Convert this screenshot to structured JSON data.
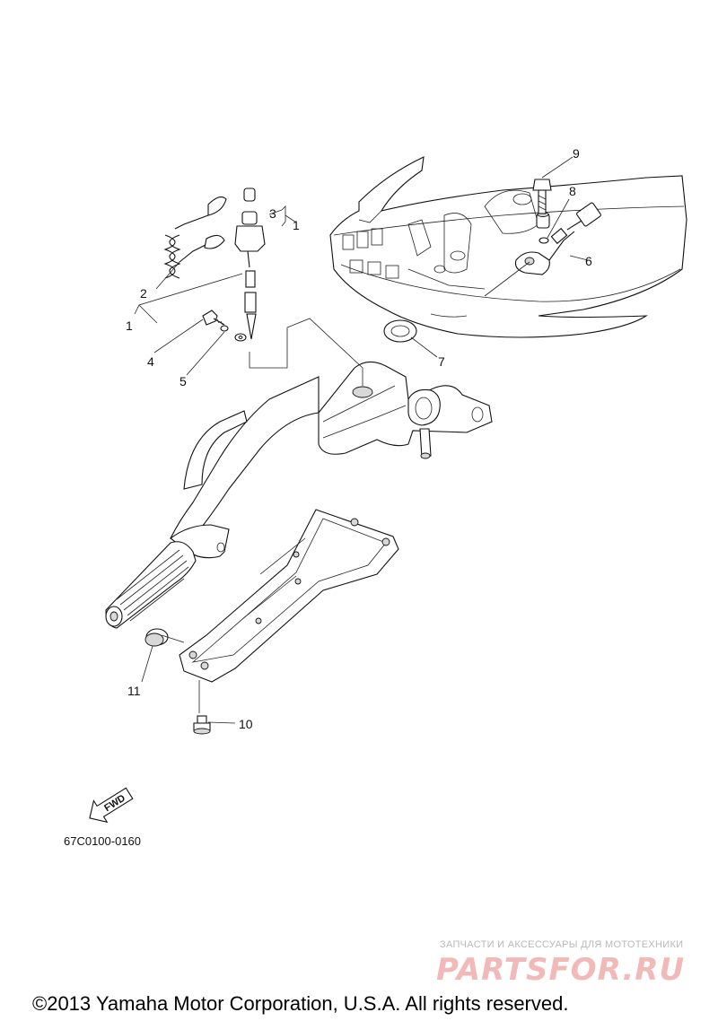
{
  "diagram": {
    "part_numbers": [
      "1",
      "1",
      "2",
      "3",
      "4",
      "5",
      "6",
      "7",
      "8",
      "9",
      "10",
      "11"
    ],
    "drawing_code": "67C0100-0160",
    "fwd_label": "FWD"
  },
  "watermark": {
    "tagline": "ЗАПЧАСТИ И АКСЕССУАРЫ ДЛЯ МОТОТЕХНИКИ",
    "logo_text": "PARTSFOR.RU"
  },
  "footer": {
    "copyright": "©2013 Yamaha Motor Corporation, U.S.A. All rights reserved."
  }
}
